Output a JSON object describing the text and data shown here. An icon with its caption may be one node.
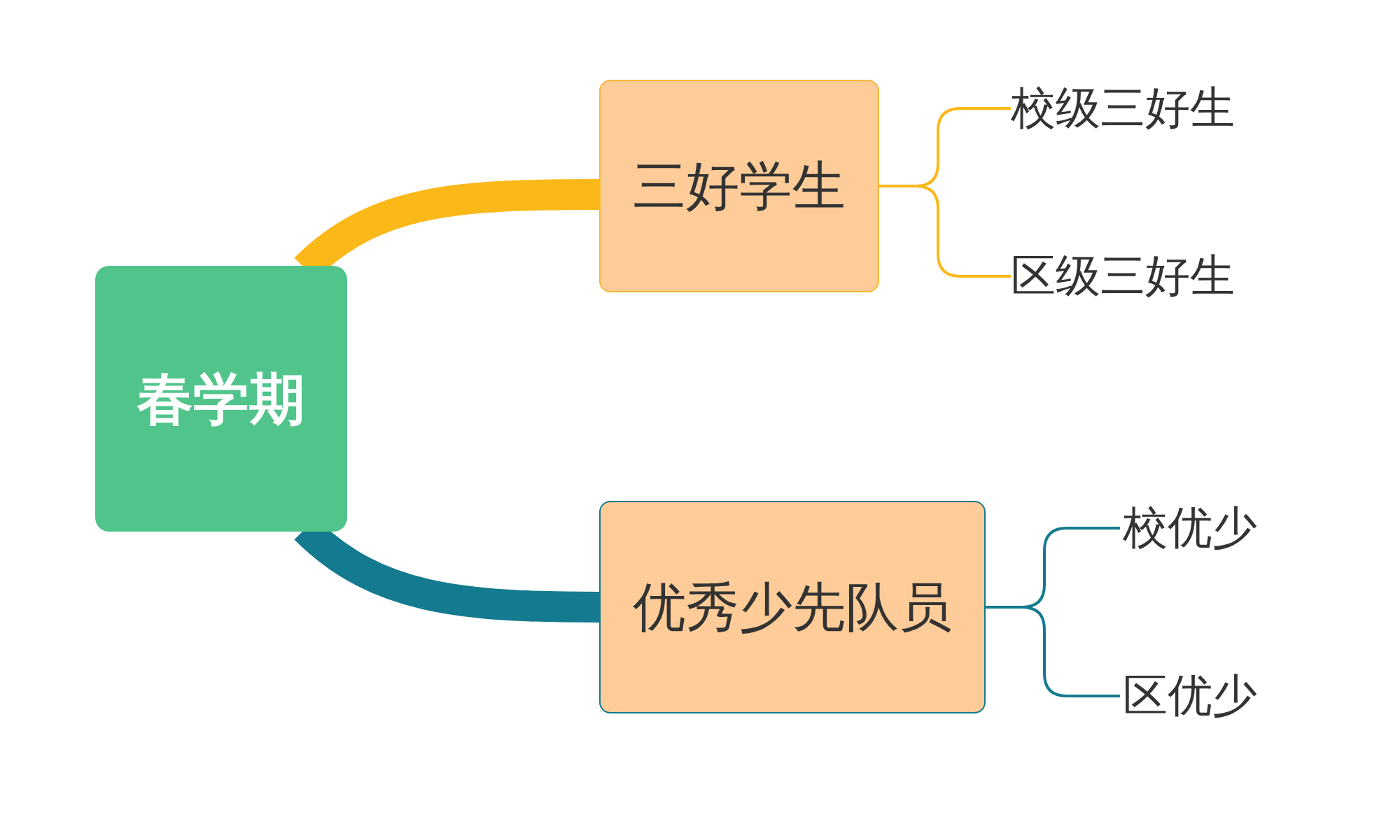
{
  "diagram": {
    "nodes": [
      {
        "text": [
          "春学期"
        ]
      },
      {
        "text": [
          "三好学生"
        ]
      },
      {
        "text": [
          "校级三好生"
        ]
      },
      {
        "text": [
          "区级三好生"
        ]
      },
      {
        "text": [
          "优秀少先队员"
        ]
      },
      {
        "text": [
          "校优少"
        ]
      },
      {
        "text": [
          "区优少"
        ]
      }
    ],
    "edges": [
      {
        "from": 0,
        "to": 1,
        "arrow": "none",
        "style": "thick",
        "color": "#fbb819"
      },
      {
        "from": 1,
        "to": 2,
        "arrow": "none",
        "color": "#fbb819"
      },
      {
        "from": 1,
        "to": 3,
        "arrow": "none",
        "color": "#fbb819"
      },
      {
        "from": 0,
        "to": 4,
        "arrow": "none",
        "style": "thick",
        "color": "#137a8f"
      },
      {
        "from": 4,
        "to": 5,
        "arrow": "none",
        "color": "#137a8f"
      },
      {
        "from": 4,
        "to": 6,
        "arrow": "none",
        "color": "#137a8f"
      }
    ]
  }
}
